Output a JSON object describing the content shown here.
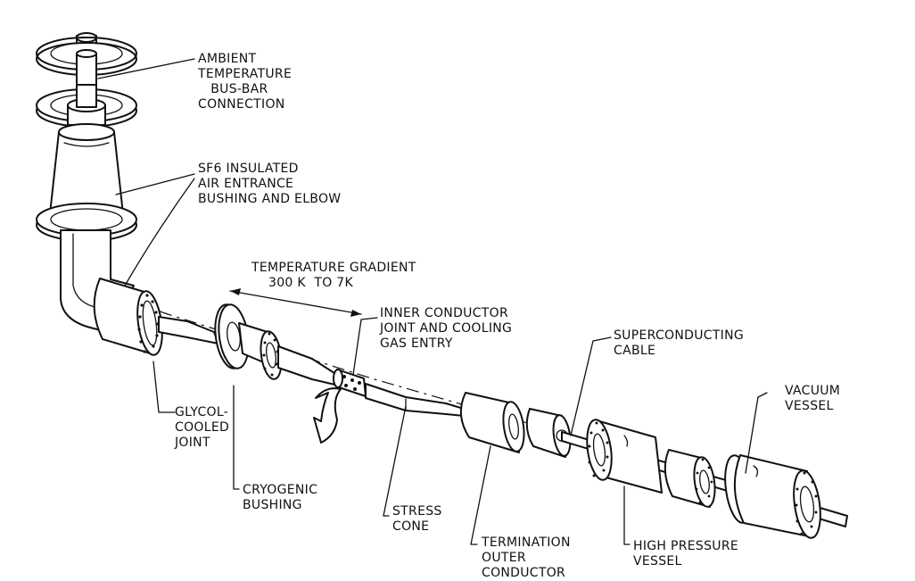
{
  "labels": {
    "bus_bar": "AMBIENT\nTEMPERATURE\n   BUS-BAR\nCONNECTION",
    "bushing_elbow": "SF6 INSULATED\nAIR ENTRANCE\nBUSHING AND ELBOW",
    "gradient": "TEMPERATURE GRADIENT\n    300 K  TO 7K",
    "inner_joint": "INNER CONDUCTOR\nJOINT AND COOLING\nGAS ENTRY",
    "sc_cable": "SUPERCONDUCTING\nCABLE",
    "vacuum": "VACUUM\nVESSEL",
    "glycol": "GLYCOL-\nCOOLED\nJOINT",
    "cryo_bushing": "CRYOGENIC\nBUSHING",
    "stress_cone": "STRESS\nCONE",
    "termination": "TERMINATION\nOUTER\nCONDUCTOR",
    "hp_vessel": "HIGH PRESSURE\nVESSEL"
  },
  "colors": {
    "ink": "#111111",
    "background": "#ffffff"
  }
}
